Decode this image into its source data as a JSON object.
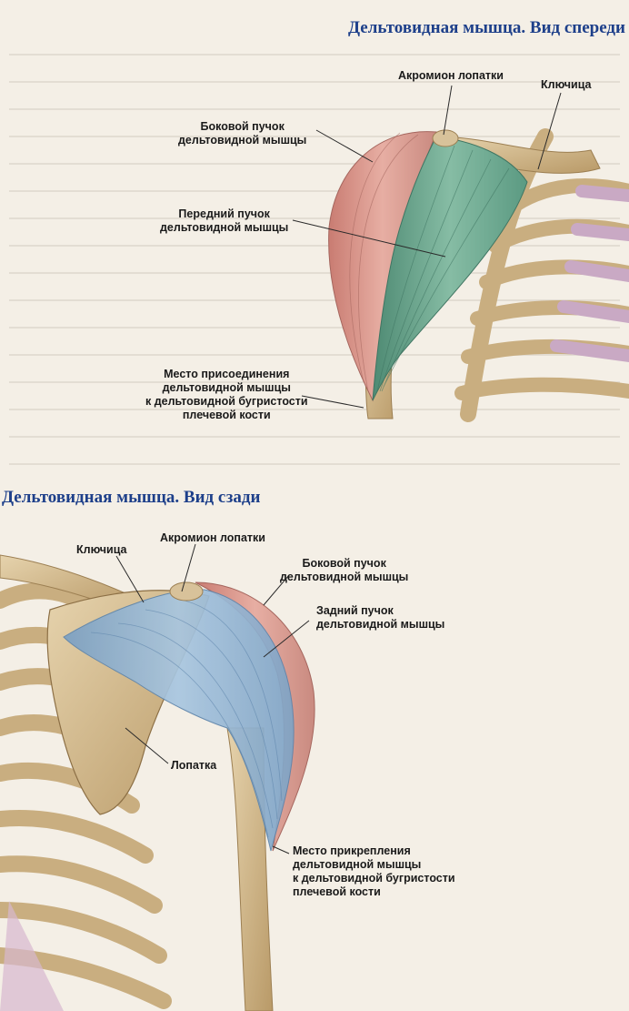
{
  "front": {
    "title": "Дельтовидная мышца. Вид спереди",
    "labels": {
      "acromion": "Акромион лопатки",
      "clavicle": "Ключица",
      "lateral_1": "Боковой пучок",
      "lateral_2": "дельтовидной мышцы",
      "anterior_1": "Передний пучок",
      "anterior_2": "дельтовидной мышцы",
      "insertion_1": "Место присоединения",
      "insertion_2": "дельтовидной мышцы",
      "insertion_3": "к дельтовидной бугристости",
      "insertion_4": "плечевой кости"
    }
  },
  "back": {
    "title": "Дельтовидная мышца. Вид сзади",
    "labels": {
      "clavicle": "Ключица",
      "acromion": "Акромион лопатки",
      "lateral_1": "Боковой пучок",
      "lateral_2": "дельтовидной мышцы",
      "posterior_1": "Задний пучок",
      "posterior_2": "дельтовидной мышцы",
      "scapula": "Лопатка",
      "insertion_1": "Место прикрепления",
      "insertion_2": "дельтовидной мышцы",
      "insertion_3": "к дельтовидной бугристости",
      "insertion_4": "плечевой кости"
    }
  },
  "colors": {
    "title": "#1d3f8a",
    "bone": "#d9c39a",
    "bone_shade": "#b89a6a",
    "muscle_red": "#d9968c",
    "muscle_green": "#6fa58e",
    "muscle_blue": "#8fb2d0",
    "cartilage": "#c9a9c4"
  }
}
